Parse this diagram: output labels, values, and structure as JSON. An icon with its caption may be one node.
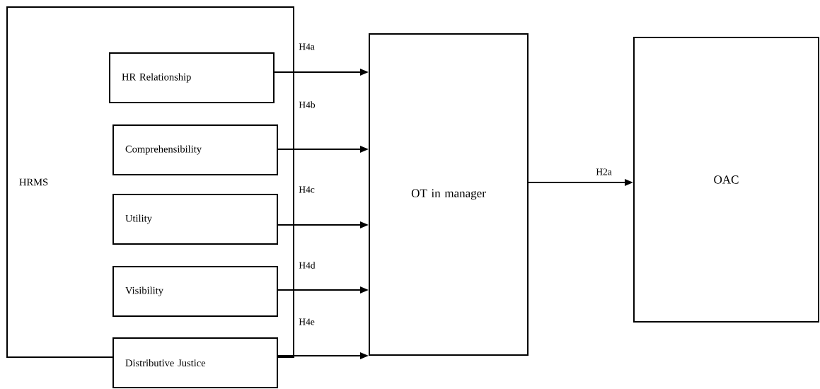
{
  "diagram": {
    "nodes": [
      {
        "text": [
          "HRMS"
        ]
      },
      {
        "text": [
          "HR Relationship"
        ],
        "in": 0
      },
      {
        "text": [
          "Comprehensibility"
        ],
        "in": 0
      },
      {
        "text": [
          "Utility"
        ],
        "in": 0
      },
      {
        "text": [
          "Visibility"
        ],
        "in": 0
      },
      {
        "text": [
          "Distributive Justice"
        ]
      },
      {
        "text": [
          "OT in manager"
        ]
      },
      {
        "text": [
          "OAC"
        ]
      }
    ],
    "edges": [
      {
        "from": 1,
        "to": 6,
        "arrow": "to",
        "label": "H4a"
      },
      {
        "from": 2,
        "to": 6,
        "arrow": "to",
        "label": "H4b"
      },
      {
        "from": 3,
        "to": 6,
        "arrow": "to",
        "label": "H4c"
      },
      {
        "from": 4,
        "to": 6,
        "arrow": "to",
        "label": "H4d"
      },
      {
        "from": 5,
        "to": 6,
        "arrow": "to",
        "label": "H4e"
      },
      {
        "from": 6,
        "to": 7,
        "arrow": "to",
        "label": "H2a"
      }
    ]
  }
}
